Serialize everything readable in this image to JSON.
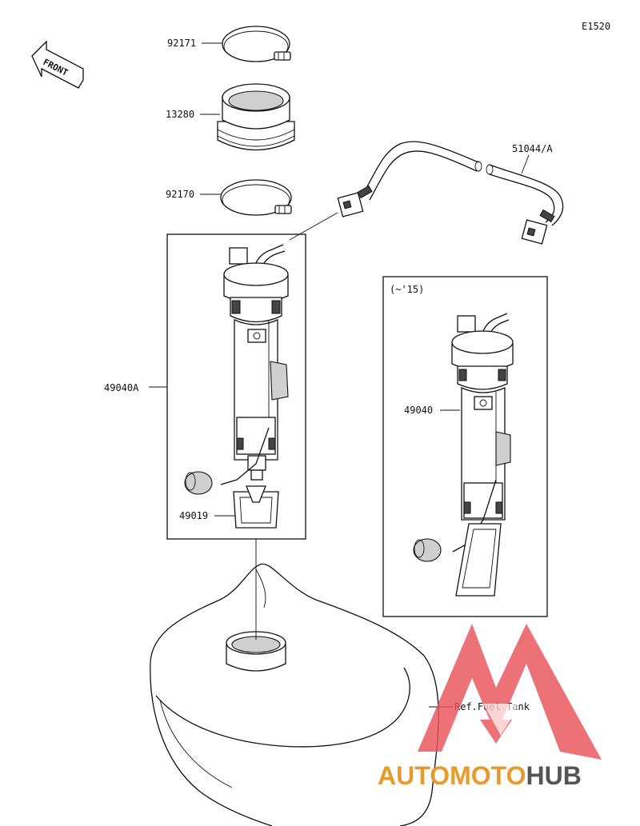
{
  "diagram_code": "E1520",
  "front_label": "FRONT",
  "variant_note": "(~'15)",
  "parts": {
    "clamp_upper": "92171",
    "gasket": "13280",
    "clamp_lower": "92170",
    "hose": "51044/A",
    "pump_assy_a": "49040A",
    "pump_assy": "49040",
    "filter": "49019",
    "tank_ref": "Ref.Fuel Tank"
  },
  "watermark": {
    "part1": "AUTOMOTO",
    "part2": "HUB",
    "color_primary": "#e89a2c",
    "color_secondary": "#555555",
    "logo_color": "#e8545a"
  }
}
